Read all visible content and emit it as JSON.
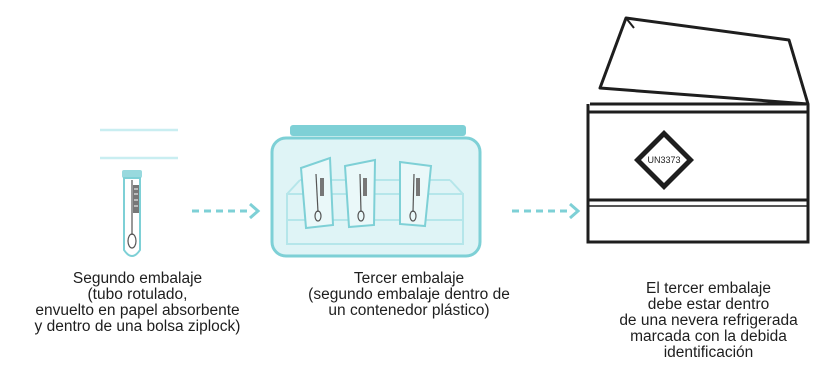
{
  "steps": [
    {
      "caption_lines": [
        "Segundo embalaje",
        "(tubo rotulado,",
        "envuelto en papel absorbente",
        "y dentro de una bolsa ziplock)"
      ]
    },
    {
      "caption_lines": [
        "Tercer embalaje",
        "(segundo embalaje dentro de",
        "un contenedor plástico)"
      ]
    },
    {
      "caption_lines": [
        "El tercer embalaje",
        "debe estar dentro",
        "de una nevera refrigerada",
        "marcada con la debida",
        "identificación"
      ]
    }
  ],
  "box_label": "UN3373",
  "colors": {
    "accent": "#7ed0d6",
    "accent_light": "#c9eef1",
    "line": "#1e1e1e"
  }
}
